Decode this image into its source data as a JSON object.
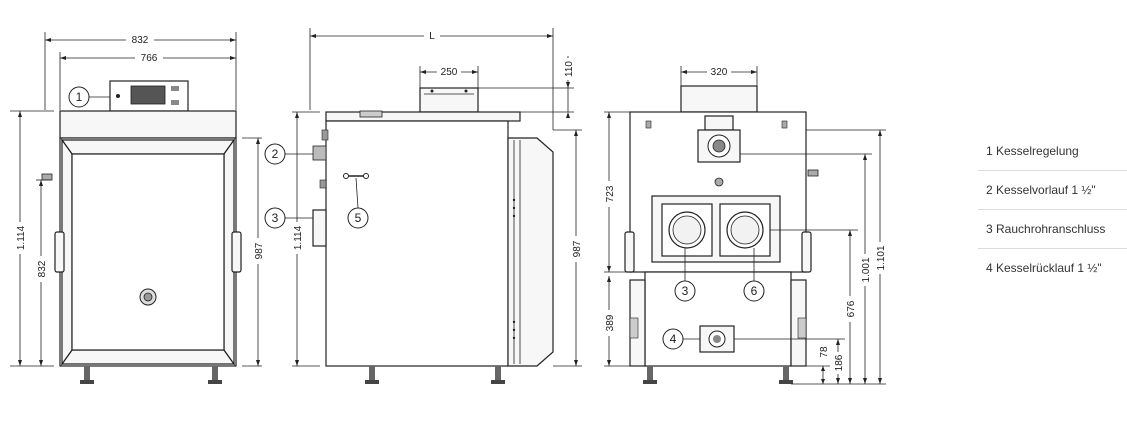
{
  "dimensions": {
    "front_width_overall": "832",
    "front_width_inner": "766",
    "front_height_total": "1.114",
    "front_height_door": "832",
    "front_height_right": "987",
    "side_length": "L",
    "side_top_width": "250",
    "side_top_height": "110",
    "side_height_total": "1.114",
    "side_height_right": "987",
    "rear_top_width": "320",
    "rear_height_723": "723",
    "rear_height_389": "389",
    "rear_height_676": "676",
    "rear_height_1001": "1.001",
    "rear_height_1101": "1.101",
    "rear_height_186": "186",
    "rear_height_78": "78"
  },
  "callouts": {
    "c1": "1",
    "c2": "2",
    "c3_side": "3",
    "c5": "5",
    "c3_rear": "3",
    "c6": "6",
    "c4": "4"
  },
  "legend": [
    "1 Kesselregelung",
    "2 Kesselvorlauf 1 ½\"",
    "3 Rauchrohranschluss",
    "4 Kesselrücklauf 1 ½\""
  ]
}
